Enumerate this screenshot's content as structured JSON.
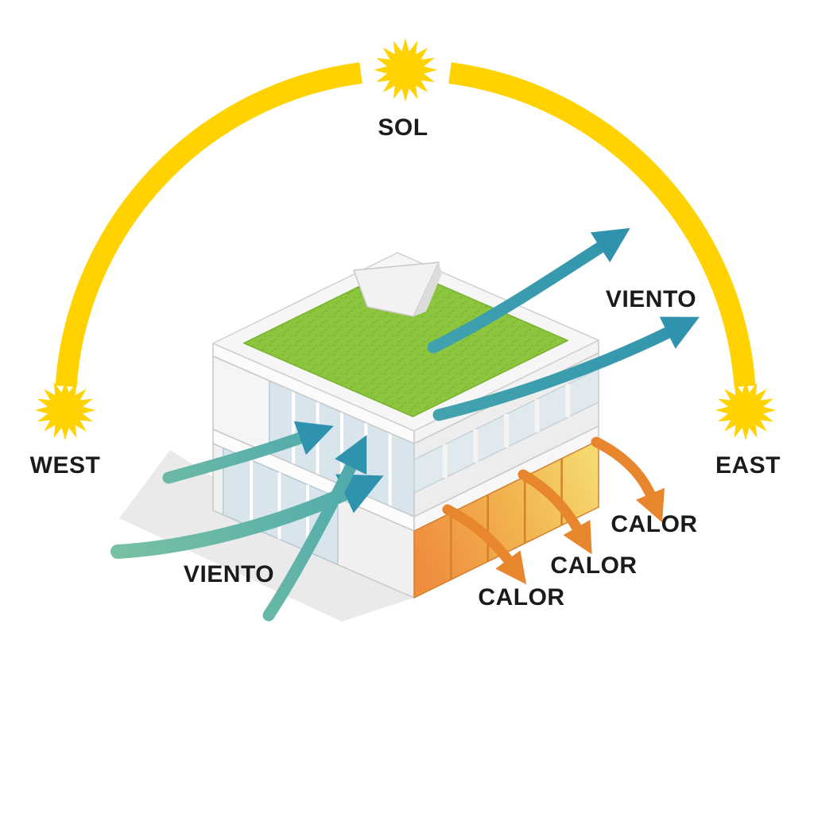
{
  "diagram": {
    "title": "bioclimatic building diagram",
    "sun": {
      "label": "SOL",
      "west_label": "WEST",
      "east_label": "EAST"
    },
    "wind": {
      "label_outflow": "VIENTO",
      "label_inflow": "VIENTO"
    },
    "heat": {
      "labels": [
        "CALOR",
        "CALOR",
        "CALOR"
      ]
    },
    "colors": {
      "sun": "#FFD200",
      "arc": "#FFD200",
      "wind": "#2F93AD",
      "wind_light": "#7CC3A3",
      "heat": "#E8862D",
      "heat_light": "#F5D96F",
      "grass": "#8CC63F",
      "text": "#1B1B1B"
    }
  }
}
